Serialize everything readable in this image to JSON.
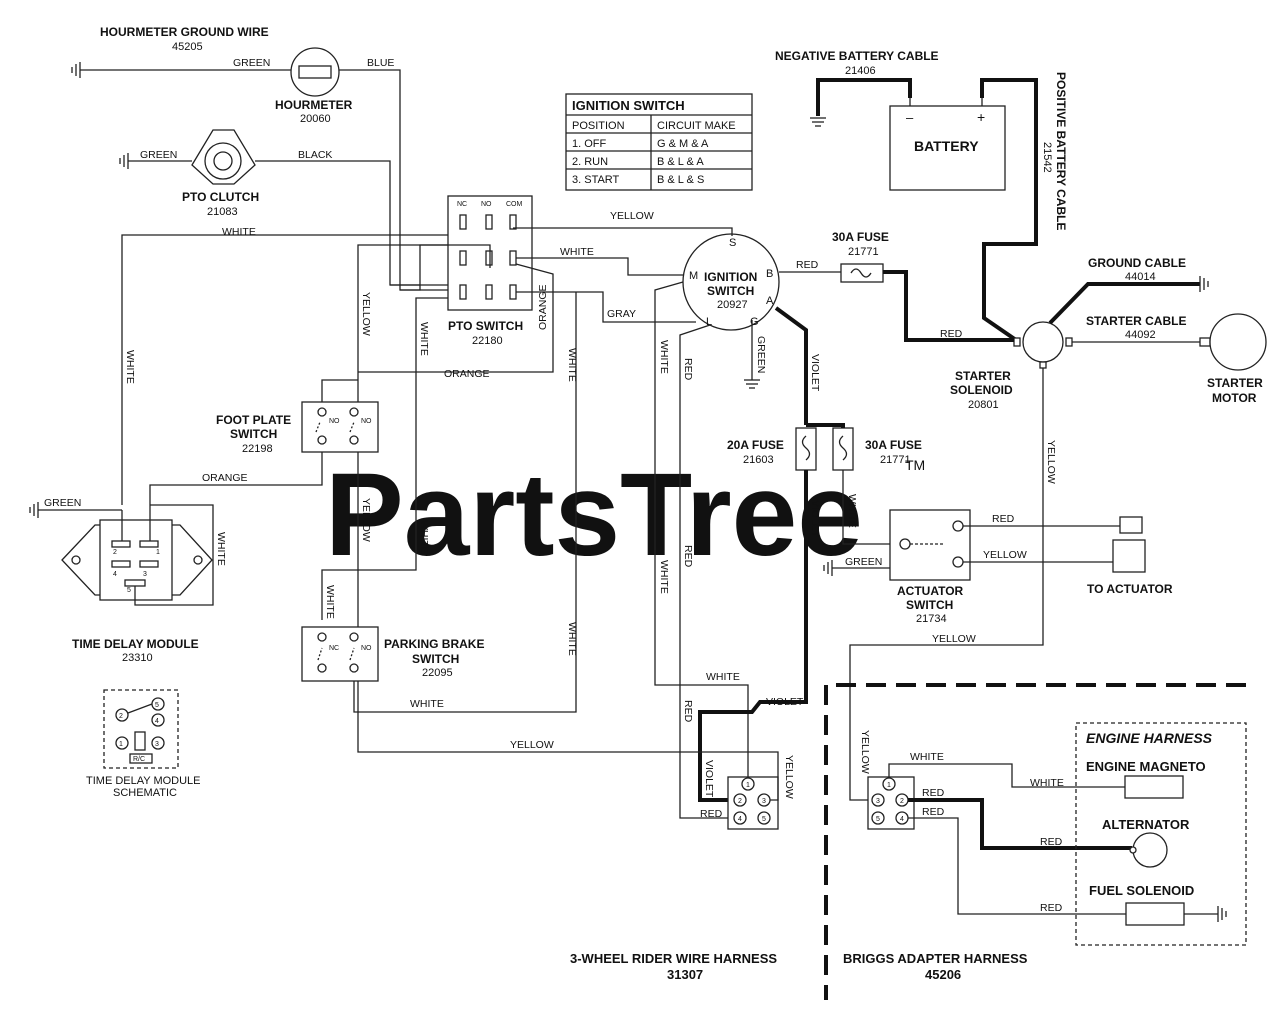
{
  "components": {
    "hourmeter_ground_wire": {
      "name": "HOURMETER GROUND WIRE",
      "part": "45205"
    },
    "hourmeter": {
      "name": "HOURMETER",
      "part": "20060"
    },
    "pto_clutch": {
      "name": "PTO CLUTCH",
      "part": "21083"
    },
    "pto_switch": {
      "name": "PTO SWITCH",
      "part": "22180",
      "terminals": [
        "NC",
        "NO",
        "COM"
      ]
    },
    "ignition_switch": {
      "name1": "IGNITION",
      "name2": "SWITCH",
      "part": "20927",
      "terminals": [
        "S",
        "M",
        "B",
        "A",
        "L",
        "G"
      ]
    },
    "fuse_30a_top": {
      "name": "30A FUSE",
      "part": "21771"
    },
    "negative_battery_cable": {
      "name": "NEGATIVE BATTERY CABLE",
      "part": "21406"
    },
    "battery": {
      "name": "BATTERY",
      "minus": "–",
      "plus": "+"
    },
    "positive_battery_cable": {
      "name": "POSITIVE BATTERY CABLE",
      "part": "21542"
    },
    "ground_cable": {
      "name": "GROUND CABLE",
      "part": "44014"
    },
    "starter_cable": {
      "name": "STARTER CABLE",
      "part": "44092"
    },
    "starter_solenoid": {
      "name1": "STARTER",
      "name2": "SOLENOID",
      "part": "20801"
    },
    "starter_motor": {
      "name1": "STARTER",
      "name2": "MOTOR"
    },
    "foot_plate_switch": {
      "name1": "FOOT PLATE",
      "name2": "SWITCH",
      "part": "22198"
    },
    "fuse_20a": {
      "name": "20A FUSE",
      "part": "21603"
    },
    "fuse_30a_mid": {
      "name": "30A FUSE",
      "part": "21771"
    },
    "actuator_switch": {
      "name1": "ACTUATOR",
      "name2": "SWITCH",
      "part": "21734"
    },
    "to_actuator": {
      "name": "TO ACTUATOR"
    },
    "time_delay_module": {
      "name": "TIME DELAY MODULE",
      "part": "23310",
      "pins": [
        "2",
        "1",
        "4",
        "3",
        "5"
      ]
    },
    "time_delay_schematic": {
      "name1": "TIME DELAY MODULE",
      "name2": "SCHEMATIC",
      "pins": [
        "2",
        "5",
        "4",
        "1",
        "3"
      ],
      "rc": "R/C"
    },
    "parking_brake_switch": {
      "name1": "PARKING BRAKE",
      "name2": "SWITCH",
      "part": "22095"
    },
    "engine_harness": {
      "title": "ENGINE HARNESS",
      "magneto": "ENGINE MAGNETO",
      "alternator": "ALTERNATOR",
      "fuel_solenoid": "FUEL SOLENOID"
    },
    "connector_left": {
      "pins": [
        "1",
        "2",
        "3",
        "4",
        "5"
      ]
    },
    "connector_right": {
      "pins": [
        "1",
        "3",
        "2",
        "5",
        "4"
      ]
    }
  },
  "switch_labels": {
    "nc": "NC",
    "no": "NO"
  },
  "ignition_table": {
    "title": "IGNITION SWITCH",
    "headers": [
      "POSITION",
      "CIRCUIT MAKE"
    ],
    "rows": [
      [
        "1. OFF",
        "G & M & A"
      ],
      [
        "2. RUN",
        "B & L & A"
      ],
      [
        "3. START",
        "B & L & S"
      ]
    ]
  },
  "wire_colors": {
    "green": "GREEN",
    "blue": "BLUE",
    "black": "BLACK",
    "white": "WHITE",
    "yellow": "YELLOW",
    "red": "RED",
    "orange": "ORANGE",
    "gray": "GRAY",
    "violet": "VIOLET"
  },
  "harness_labels": {
    "left": {
      "name": "3-WHEEL RIDER WIRE HARNESS",
      "part": "31307"
    },
    "right": {
      "name": "BRIGGS ADAPTER HARNESS",
      "part": "45206"
    }
  },
  "watermark": {
    "text": "PartsTree",
    "tm": "TM"
  }
}
